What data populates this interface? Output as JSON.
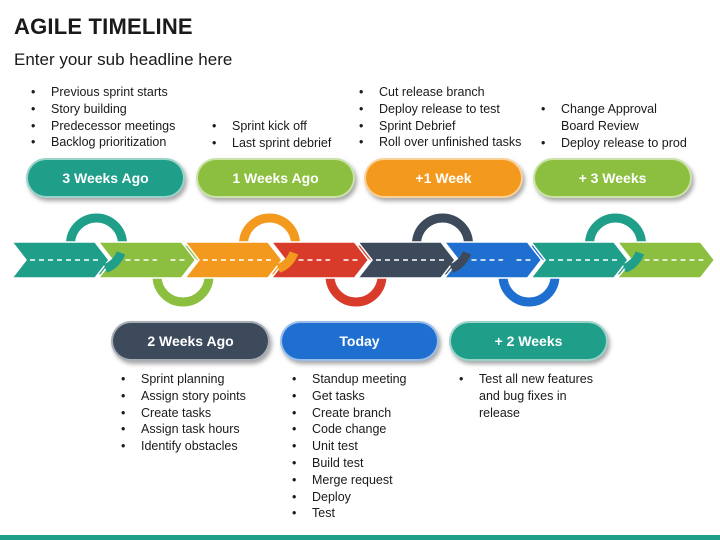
{
  "header": {
    "title": "AGILE TIMELINE",
    "subtitle": "Enter your sub headline here"
  },
  "milestones": [
    {
      "label": "3 Weeks Ago",
      "color": "#1f9e8a",
      "bullets": [
        "Previous sprint starts",
        "Story building",
        "Predecessor meetings",
        "Backlog prioritization"
      ]
    },
    {
      "label": "2 Weeks Ago",
      "color": "#3d4a5c",
      "bullets": [
        "Sprint planning",
        "Assign story points",
        "Create tasks",
        "Assign task hours",
        "Identify obstacles"
      ]
    },
    {
      "label": "1 Weeks Ago",
      "color": "#8cbf3f",
      "bullets": [
        "Sprint kick off",
        "Last sprint debrief"
      ]
    },
    {
      "label": "Today",
      "color": "#1f6fd1",
      "bullets": [
        "Standup meeting",
        "Get tasks",
        "Create branch",
        "Code change",
        "Unit test",
        "Build test",
        "Merge request",
        "Deploy",
        "Test"
      ]
    },
    {
      "label": "+1 Week",
      "color": "#f39a1e",
      "bullets": [
        "Cut release branch",
        "Deploy release to test",
        "Sprint Debrief",
        "Roll over unfinished tasks"
      ]
    },
    {
      "label": "+ 2 Weeks",
      "color": "#1f9e8a",
      "bullets": [
        "Test all new features",
        "and bug fixes in",
        "release"
      ]
    },
    {
      "label": "+ 3 Weeks",
      "color": "#8cbf3f",
      "bullets": [
        "Change Approval",
        "Board Review",
        "Deploy release to prod"
      ]
    }
  ],
  "timeline": {
    "chevron_colors": [
      "#1f9e8a",
      "#8cbf3f",
      "#f39a1e",
      "#d93b2b",
      "#3d4a5c",
      "#1f6fd1",
      "#1f9e8a",
      "#8cbf3f"
    ],
    "ring_colors": [
      "#1f9e8a",
      "#8cbf3f",
      "#f39a1e",
      "#d93b2b",
      "#3d4a5c",
      "#1f6fd1",
      "#1f9e8a"
    ]
  }
}
